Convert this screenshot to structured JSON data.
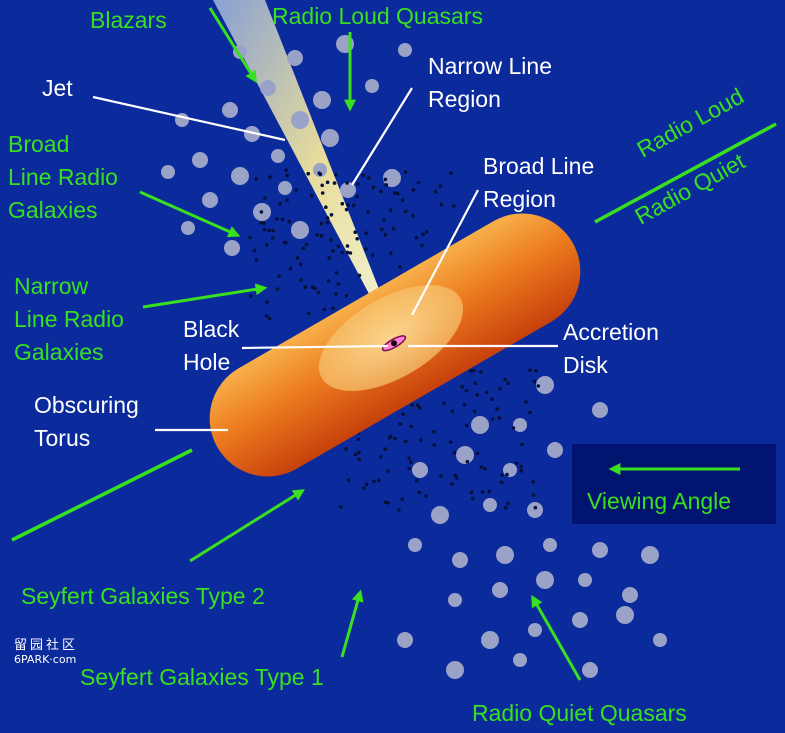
{
  "colors": {
    "background": "#0b2a9c",
    "green_label": "#39e01f",
    "white_label": "#ffffff",
    "torus": "#e8661c",
    "cloud": "#9aa2c8",
    "jet": "#fff3a0",
    "viewing_angle_box": "#001470"
  },
  "labels": {
    "blazars": "Blazars",
    "radio_loud_quasars": "Radio Loud Quasars",
    "jet": "Jet",
    "narrow_line_region": "Narrow Line\nRegion",
    "broad_line_radio_galaxies": "Broad\nLine Radio\nGalaxies",
    "broad_line_region": "Broad Line\nRegion",
    "radio_loud": "Radio Loud",
    "radio_quiet": "Radio Quiet",
    "narrow_line_radio_galaxies": "Narrow\nLine Radio\nGalaxies",
    "black_hole": "Black\nHole",
    "accretion_disk": "Accretion\nDisk",
    "obscuring_torus": "Obscuring\nTorus",
    "viewing_angle": "Viewing Angle",
    "seyfert_type_2": "Seyfert Galaxies Type 2",
    "seyfert_type_1": "Seyfert Galaxies Type 1",
    "radio_quiet_quasars": "Radio Quiet Quasars"
  },
  "watermark": {
    "logo": "留园社区",
    "text": "6PARK·com"
  }
}
